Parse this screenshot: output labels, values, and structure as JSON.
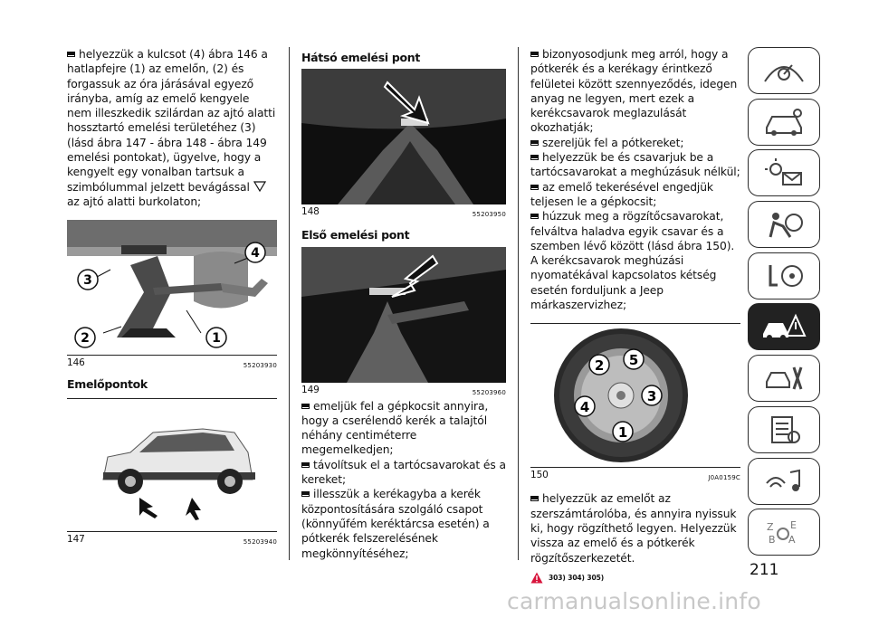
{
  "column1": {
    "paragraph": "helyezzük a kulcsot (4) ábra 146 a hatlapfejre (1) az emelőn, (2) és forgassuk az óra járásával egyező irányba, amíg az emelő kengyele nem illeszkedik szilárdan az ajtó alatti hossztartó emelési területéhez (3) (lásd ábra 147 - ábra 148 - ábra 149 emelési pontokat), ügyelve, hogy a kengyelt egy vonalban tartsuk a szimbólummal jelzett bevágással",
    "paragraph_end": "az ajtó alatti burkolaton;",
    "fig146": {
      "number": "146",
      "code": "55203930",
      "labels": [
        "3",
        "4",
        "2",
        "1"
      ]
    },
    "heading": "Emelőpontok",
    "fig147": {
      "number": "147",
      "code": "55203940"
    }
  },
  "column2": {
    "heading_rear": "Hátsó emelési pont",
    "fig148": {
      "number": "148",
      "code": "55203950"
    },
    "heading_front": "Első emelési pont",
    "fig149": {
      "number": "149",
      "code": "55203960"
    },
    "bullets": [
      "emeljük fel a gépkocsit annyira, hogy a cserélendő kerék a talajtól néhány centiméterre megemelkedjen;",
      "távolítsuk el a tartócsavarokat és a kereket;",
      "illesszük a kerékagyba a kerék központosítására szolgáló csapot (könnyűfém keréktárcsa esetén) a pótkerék felszerelésének megkönnyítéséhez;"
    ]
  },
  "column3": {
    "bullets": [
      "bizonyosodjunk meg arról, hogy a pótkerék és a kerékagy érintkező felületei között szennyeződés, idegen anyag ne legyen, mert ezek a kerékcsavarok meglazulását okozhatják;",
      "szereljük fel a pótkereket;",
      "helyezzük be és csavarjuk be a tartócsavarokat a meghúzásuk nélkül;",
      "az emelő tekerésével engedjük teljesen le a gépkocsit;",
      "húzzuk meg a rögzítőcsavarokat, felváltva haladva egyik csavar és a szemben lévő között (lásd ábra 150). A kerékcsavarok meghúzási nyomatékával kapcsolatos kétség esetén forduljunk a Jeep márkaszervizhez;"
    ],
    "fig150": {
      "number": "150",
      "code": "J0A0159C",
      "labels": [
        "2",
        "5",
        "3",
        "4",
        "1"
      ]
    },
    "bullet_after": "helyezzük az emelőt az szerszámtárolóba, és annyira nyissuk ki, hogy rögzíthető legyen. Helyezzük vissza az emelő és a pótkerék rögzítőszerkezetét.",
    "warning_refs": "303)  304)  305)"
  },
  "page_number": "211",
  "watermark": "carmanualsonline.info",
  "tabs": [
    "dashboard-icon",
    "car-controls-icon",
    "light-mail-icon",
    "airbag-icon",
    "steering-seat-icon",
    "emergency-icon",
    "service-icon",
    "technical-data-icon",
    "multimedia-icon",
    "index-icon"
  ],
  "active_tab": 5
}
